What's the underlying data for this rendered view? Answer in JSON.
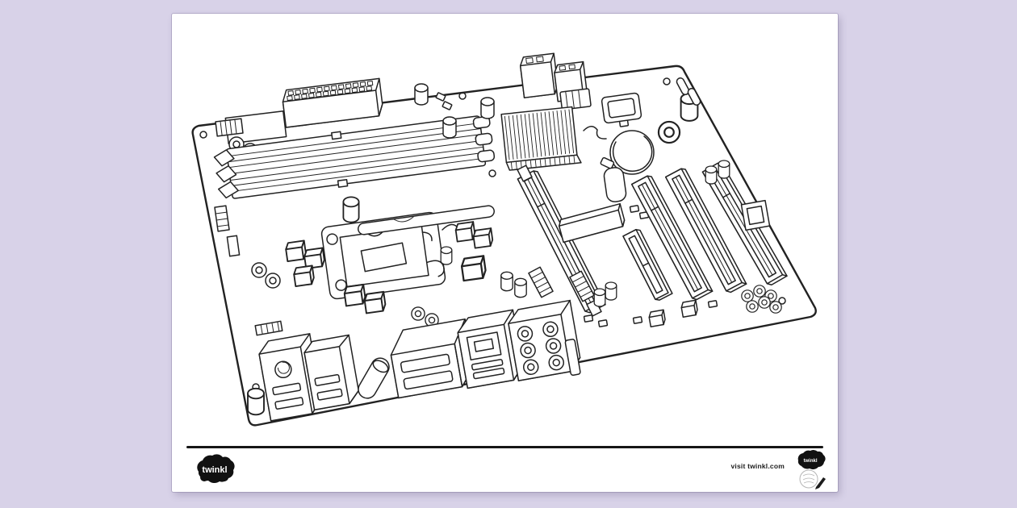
{
  "colors": {
    "background": "#d8d2e8",
    "sheet": "#ffffff",
    "ink": "#222222"
  },
  "illustration": {
    "alt": "Black and white line drawing of a computer motherboard shown at an angle, for colouring in",
    "components": [
      "atx-power-connector",
      "front-pin-headers",
      "ram-dimm-slots",
      "cpu-socket",
      "socket-retention-clamp",
      "chipset-heatsink",
      "cpu-power-connectors",
      "bios-chip",
      "cmos-battery",
      "pcie-x16-slot",
      "pcie-x1-slot",
      "pci-slots",
      "rear-io-usb-ports",
      "rear-io-ps2-block",
      "rear-io-ethernet-port",
      "rear-io-audio-jacks",
      "capacitors",
      "mosfets",
      "mounting-holes"
    ]
  },
  "footer": {
    "logo_text": "twinkl",
    "link_text": "visit twinkl.com",
    "badge_text": "twinkl"
  }
}
